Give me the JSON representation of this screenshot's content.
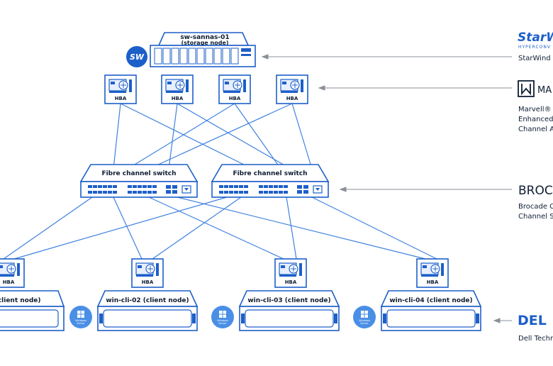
{
  "colors": {
    "line": "#3f82e0",
    "device": "#1d5fc9",
    "text": "#0f1e33",
    "arrow": "#8a8f99"
  },
  "storage": {
    "name": "sw-sannas-01",
    "role": "(storage node)"
  },
  "hba_label": "HBA",
  "switches": [
    {
      "label": "Fibre channel switch"
    },
    {
      "label": "Fibre channel switch"
    }
  ],
  "clients": [
    {
      "label": "l (client node)"
    },
    {
      "label": "win-cli-02 (client node)"
    },
    {
      "label": "win-cli-03 (client node)"
    },
    {
      "label": "win-cli-04 (client node)"
    }
  ],
  "windows_badge": {
    "line1": "Windows",
    "line2": "Server"
  },
  "sw_badge": "SW",
  "legend": {
    "starwind": {
      "logo": "StarW",
      "subtitle": "HYPERCONV",
      "text": "StarWind"
    },
    "marvell": {
      "logo": "MA",
      "lines": [
        "Marvell® C",
        "Enhanced",
        "Channel A"
      ]
    },
    "brocade": {
      "logo": "BROCA",
      "lines": [
        "Brocade C",
        "Channel S"
      ]
    },
    "dell": {
      "logo": "DEL",
      "text": "Dell Techn"
    }
  }
}
